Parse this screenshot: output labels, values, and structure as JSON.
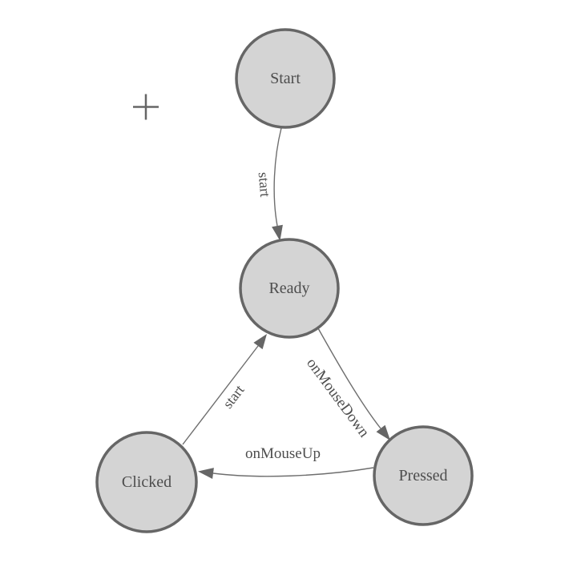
{
  "diagram": {
    "type": "state-machine",
    "background_color": "#ffffff",
    "node_fill_color": "#d4d4d4",
    "node_border_color": "#666666",
    "edge_color": "#6e6e6e",
    "text_color": "#4d4d4d",
    "cursor": {
      "icon": "crosshair"
    },
    "nodes": [
      {
        "id": "start",
        "label": "Start"
      },
      {
        "id": "ready",
        "label": "Ready"
      },
      {
        "id": "clicked",
        "label": "Clicked"
      },
      {
        "id": "pressed",
        "label": "Pressed"
      }
    ],
    "edges": [
      {
        "from": "Start",
        "to": "Ready",
        "label": "start"
      },
      {
        "from": "Ready",
        "to": "Pressed",
        "label": "onMouseDown"
      },
      {
        "from": "Pressed",
        "to": "Clicked",
        "label": "onMouseUp"
      },
      {
        "from": "Clicked",
        "to": "Ready",
        "label": "start"
      }
    ]
  }
}
